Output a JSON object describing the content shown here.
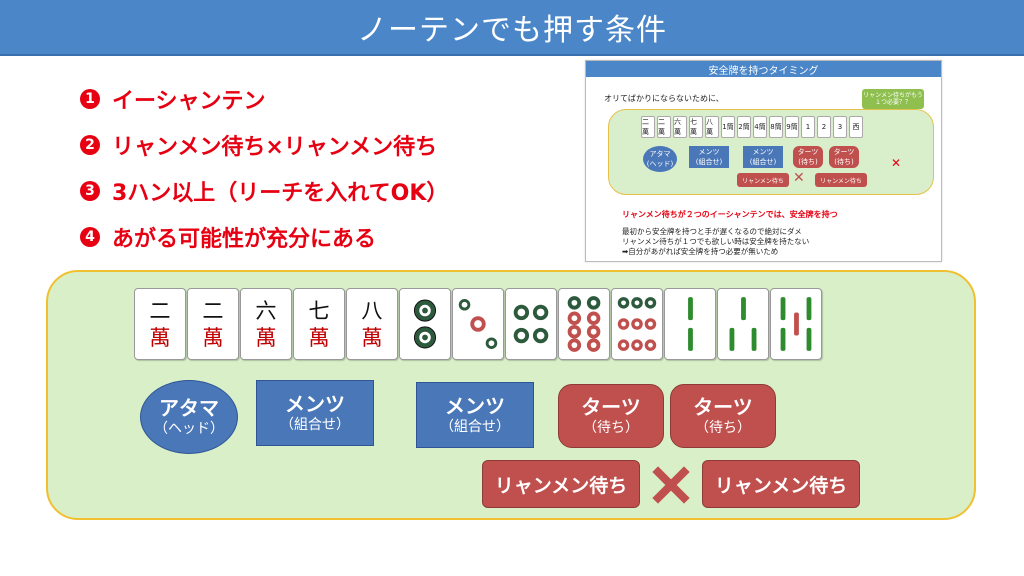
{
  "title": "ノーテンでも押す条件",
  "conditions": [
    {
      "num": "1",
      "text": "イーシャンテン"
    },
    {
      "num": "2",
      "text": "リャンメン待ち×リャンメン待ち"
    },
    {
      "num": "3",
      "text": "3ハン以上（リーチを入れてOK）"
    },
    {
      "num": "4",
      "text": "あがる可能性が充分にある"
    }
  ],
  "thumbnail": {
    "title": "安全牌を持つタイミング",
    "intro": "オリてばかりにならないために、",
    "callout": "リャンメン待ちがもう１つ必要？？",
    "tiles": [
      "二萬",
      "二萬",
      "六萬",
      "七萬",
      "八萬",
      "1筒",
      "2筒",
      "4筒",
      "8筒",
      "9筒",
      "1",
      "2",
      "3",
      "西"
    ],
    "atama": {
      "label": "アタマ",
      "sub": "(ヘッド)"
    },
    "mentsu": {
      "label": "メンツ",
      "sub": "(組合せ)"
    },
    "tatsu": {
      "label": "ターツ",
      "sub": "(待ち)"
    },
    "ryanmen": "リャンメン待ち",
    "red_text": "リャンメン待ちが２つのイーシャンテンでは、安全牌を持つ",
    "lines": [
      "最初から安全牌を持つと手が遅くなるので絶対にダメ",
      "リャンメン待ちが１つでも欲しい時は安全牌を持たない",
      "➡自分があがれば安全牌を持つ必要が無いため"
    ]
  },
  "tiles": [
    {
      "top": "二",
      "bottom": "萬",
      "suit": "man"
    },
    {
      "top": "二",
      "bottom": "萬",
      "suit": "man"
    },
    {
      "top": "六",
      "bottom": "萬",
      "suit": "man"
    },
    {
      "top": "七",
      "bottom": "萬",
      "suit": "man"
    },
    {
      "top": "八",
      "bottom": "萬",
      "suit": "man"
    },
    {
      "suit": "pin",
      "count": 2
    },
    {
      "suit": "pin",
      "count": 3
    },
    {
      "suit": "pin",
      "count": 4
    },
    {
      "suit": "pin",
      "count": 8
    },
    {
      "suit": "pin",
      "count": 9
    },
    {
      "suit": "sou",
      "count": 2
    },
    {
      "suit": "sou",
      "count": 3
    },
    {
      "suit": "sou",
      "count": 5
    }
  ],
  "groups": {
    "atama": {
      "label": "アタマ",
      "sub": "（ヘッド）"
    },
    "mentsu1": {
      "label": "メンツ",
      "sub": "（組合せ）"
    },
    "mentsu2": {
      "label": "メンツ",
      "sub": "（組合せ）"
    },
    "tatsu1": {
      "label": "ターツ",
      "sub": "（待ち）"
    },
    "tatsu2": {
      "label": "ターツ",
      "sub": "（待ち）"
    },
    "ryanmen1": "リャンメン待ち",
    "ryanmen2": "リャンメン待ち"
  },
  "colors": {
    "title_bg": "#4a86c8",
    "condition_red": "#e60012",
    "board_bg": "#d8efc8",
    "board_border": "#f0c030",
    "blue_block": "#4a77b8",
    "red_block": "#c0504d"
  }
}
